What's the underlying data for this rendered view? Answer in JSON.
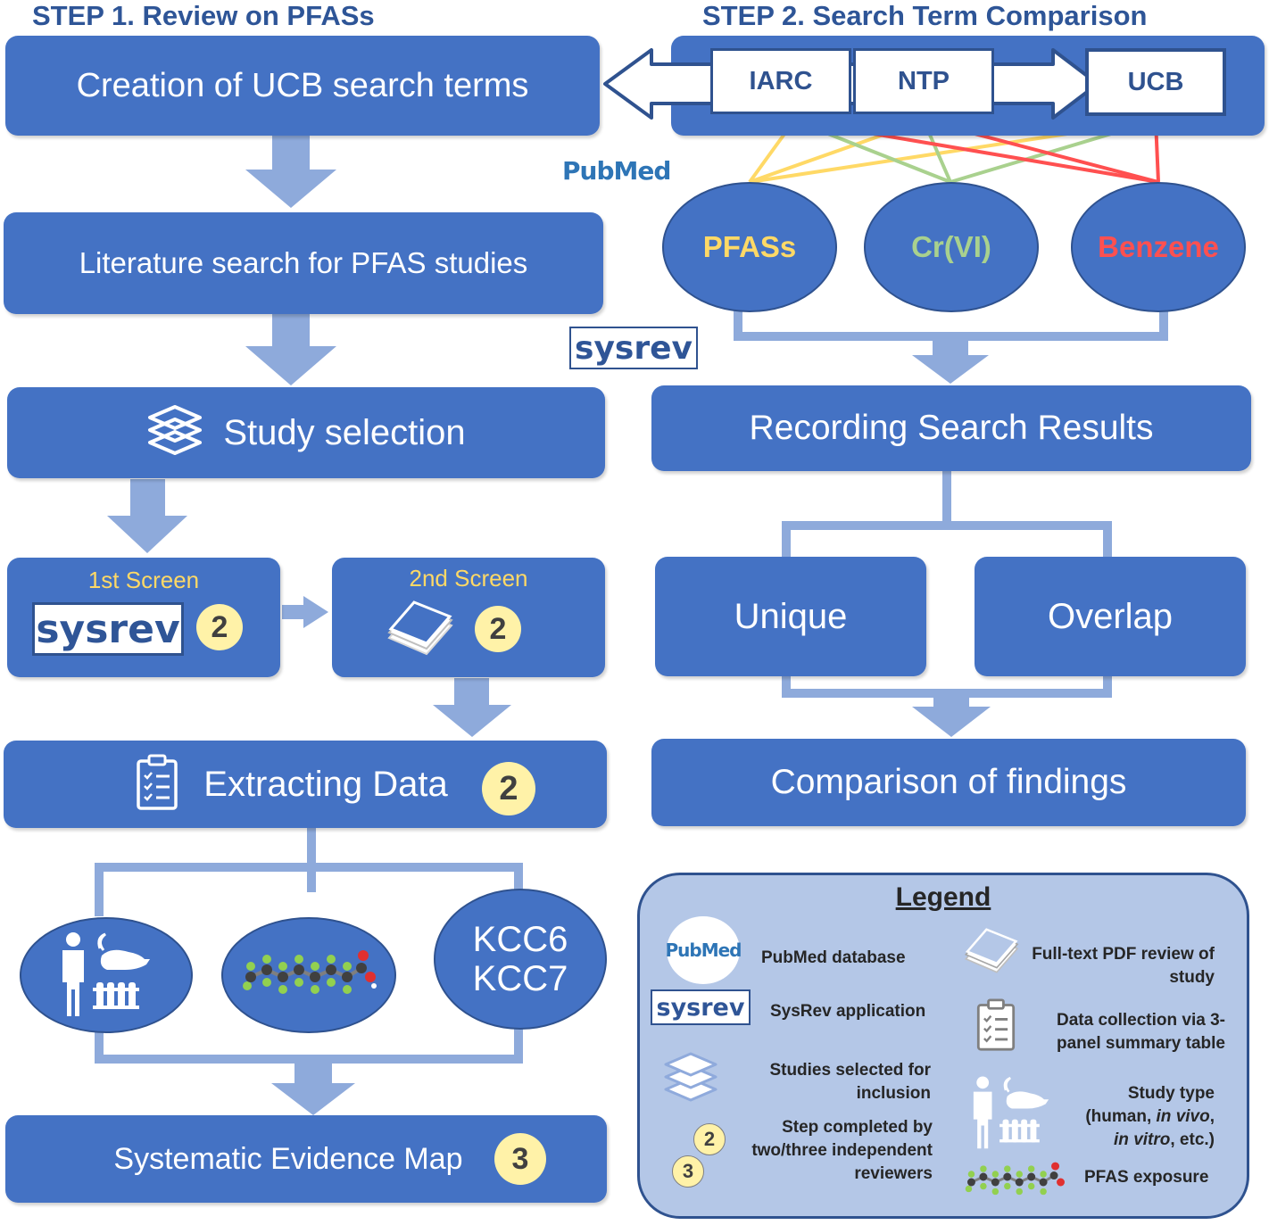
{
  "step1": {
    "title": "STEP 1. Review on PFASs",
    "creation": "Creation of UCB search terms",
    "literature": "Literature search for PFAS studies",
    "study_selection": "Study selection",
    "screen1_label": "1st Screen",
    "screen2_label": "2nd Screen",
    "sysrev_logo": "sysrev",
    "badge_two": "2",
    "badge_three": "3",
    "extracting": "Extracting Data",
    "kcc6": "KCC6",
    "kcc7": "KCC7",
    "sem": "Systematic Evidence Map"
  },
  "step2": {
    "title": "STEP 2. Search Term Comparison",
    "iarc": "IARC",
    "ntp": "NTP",
    "ucb": "UCB",
    "pubmed_logo": "PubMed",
    "pfass": "PFASs",
    "crvi": "Cr(VI)",
    "benzene": "Benzene",
    "sysrev_logo": "sysrev",
    "recording": "Recording Search Results",
    "unique": "Unique",
    "overlap": "Overlap",
    "comparison": "Comparison of findings"
  },
  "legend": {
    "title": "Legend",
    "pubmed_logo": "PubMed",
    "pubmed": "PubMed database",
    "fulltext": "Full-text PDF review of study",
    "sysrev_logo": "sysrev",
    "sysrev": "SysRev application",
    "datacollection": "Data collection via 3-panel summary table",
    "studies": "Studies selected for inclusion",
    "studytype_line1": "Study type",
    "studytype_line2_a": "(human, ",
    "studytype_line2_b": "in vivo",
    "studytype_line2_c": ",",
    "studytype_line3_a": "in vitro",
    "studytype_line3_b": ", etc.)",
    "step": "Step completed by two/three independent reviewers",
    "badge_two": "2",
    "badge_three": "3",
    "exposure": "PFAS exposure"
  },
  "colors": {
    "box": "#4472c4",
    "connector": "#8eaadb",
    "pfas": "#ffd966",
    "crvi": "#a9d18e",
    "benzene": "#ff5050",
    "badge": "#fff2a8"
  }
}
